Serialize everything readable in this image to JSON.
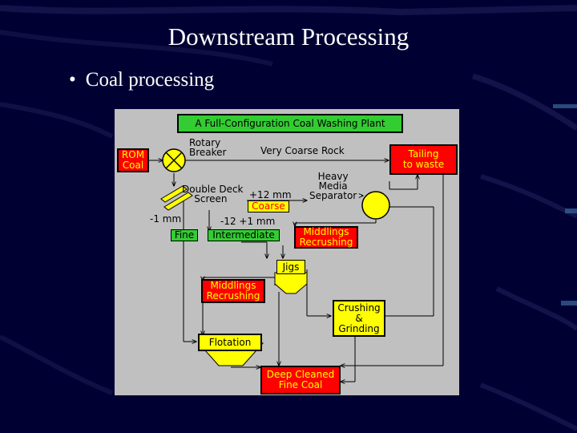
{
  "slide": {
    "title": "Downstream Processing",
    "bullet": "Coal  processing"
  },
  "diagram": {
    "plant_title": "A Full-Configuration Coal Washing Plant",
    "rom_coal": "ROM\nCoal",
    "rotary_breaker": "Rotary\nBreaker",
    "very_coarse_rock": "Very Coarse Rock",
    "tailing": "Tailing\nto waste",
    "heavy_media": "Heavy\nMedia\nSeparator",
    "double_deck": "Double Deck\n    Screen",
    "plus12": "+12 mm",
    "coarse": "Coarse",
    "minus1": "-1 mm",
    "minus12plus1": "-12 +1 mm",
    "fine": "Fine",
    "intermediate": "Intermediate",
    "middlings_1": "Middlings\nRecrushing",
    "jigs": "Jigs",
    "middlings_2": "Middlings\nRecrushing",
    "crushing": "Crushing\n&\nGrinding",
    "flotation": "Flotation",
    "deep_cleaned": "Deep Cleaned\nFine Coal"
  },
  "colors": {
    "background": "#000033",
    "panel": "#c0c0c0",
    "green_box": "#33cc33",
    "red_box": "#ff0000",
    "yellow_box": "#ffff00"
  }
}
